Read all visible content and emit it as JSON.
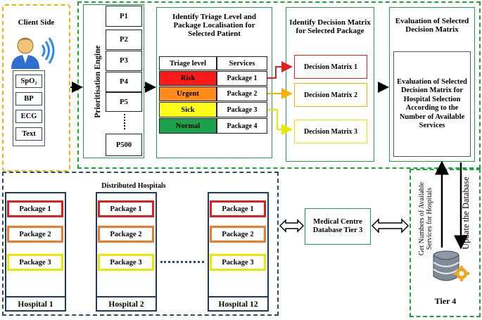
{
  "client": {
    "title": "Client Side",
    "items": [
      "SpO₂",
      "BP",
      "ECG",
      "Text"
    ]
  },
  "engine": {
    "label": "Prioritisation Engine",
    "patients": [
      "P1",
      "P2",
      "P3",
      "P4",
      "P5",
      "P500"
    ]
  },
  "triage": {
    "title": "Identify Triage Level and Package Localisation for Selected Patient",
    "header_level": "Triage level",
    "header_services": "Services",
    "rows": [
      {
        "level": "Risk",
        "service": "Package 1",
        "color": "#ff1a1a"
      },
      {
        "level": "Urgent",
        "service": "Package 2",
        "color": "#ff8c1a"
      },
      {
        "level": "Sick",
        "service": "Package 3",
        "color": "#ffff1a"
      },
      {
        "level": "Normal",
        "service": "Package 4",
        "color": "#1aa34a"
      }
    ]
  },
  "decision": {
    "title": "Identify Decision Matrix for Selected Package",
    "matrices": [
      {
        "label": "Decision Matrix 1",
        "color": "#e02020"
      },
      {
        "label": "Decision Matrix 2",
        "color": "#f2b400"
      },
      {
        "label": "Decision Matrix 3",
        "color": "#e8e800"
      }
    ]
  },
  "evaluation": {
    "title": "Evaluation of Selected Decision Matrix",
    "body": "Evaluation of Selected Decision Matrix for Hospital Selection According to the Number of Available Services"
  },
  "hospitals": {
    "title": "Distributed Hospitals",
    "packages": [
      {
        "label": "Package 1",
        "color": "#e02020"
      },
      {
        "label": "Package 2",
        "color": "#ee7a2a"
      },
      {
        "label": "Package 3",
        "color": "#e8e800"
      }
    ],
    "names": [
      "Hospital 1",
      "Hospital 2",
      "Hospital 12"
    ]
  },
  "medical_centre": {
    "label": "Medical Centre Database Tier 3"
  },
  "tier4": {
    "label": "Tier 4",
    "get_label": "Get Numbers of Available Services for Hospitals",
    "update_label": "Update the Database"
  }
}
